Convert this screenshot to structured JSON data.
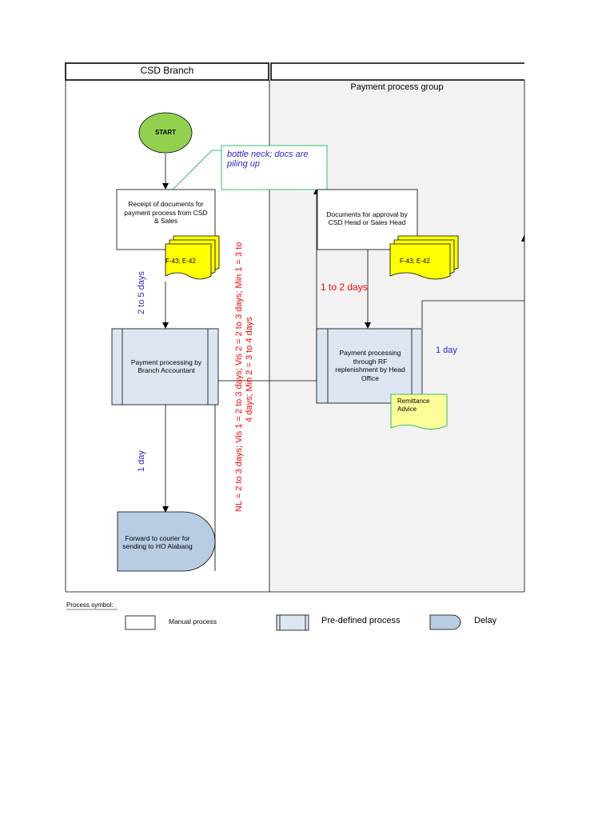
{
  "lanes": {
    "left_title": "CSD Branch",
    "right_title": "Payment process group"
  },
  "nodes": {
    "start": "START",
    "receipt": "Receipt of documents for payment process from CSD & Sales",
    "doc_left": "F-43; E-42",
    "branch_proc": "Payment processing by Branch Accountant",
    "courier": "Forward to courier for sending to HO Alabang",
    "approval": "Documents for approval by CSD Head or Sales Head",
    "doc_right": "F-43; E-42",
    "rf_proc": "Payment processing through RF replenishment by Head Office",
    "remittance": "Remittance Advice"
  },
  "callout": "bottle neck; docs are piling up",
  "durations": {
    "left_1": "2 to  5 days",
    "left_2": "1 day",
    "right_1": "1 to 2 days",
    "right_2": "1 day",
    "vertical_line1": "NL = 2 to 3 days; Vis 1 = 2 to 3 days; Vis 2 =  2 to 3 days; Min 1 = 3 to",
    "vertical_line2": "4 days; Min 2 = 3 to 4 days"
  },
  "legend": {
    "title": "Process symbol:",
    "manual": "Manual process",
    "predefined": "Pre-defined process",
    "delay": "Delay"
  },
  "colors": {
    "start_fill": "#92d050",
    "doc_fill": "#ffff00",
    "predefined_fill": "#dce6f2",
    "delay_fill": "#b8cce4",
    "remittance_fill": "#ffff99",
    "lane_right_fill": "#f2f2f2",
    "blue_text": "#2929c9",
    "red_text": "#ff0000"
  }
}
